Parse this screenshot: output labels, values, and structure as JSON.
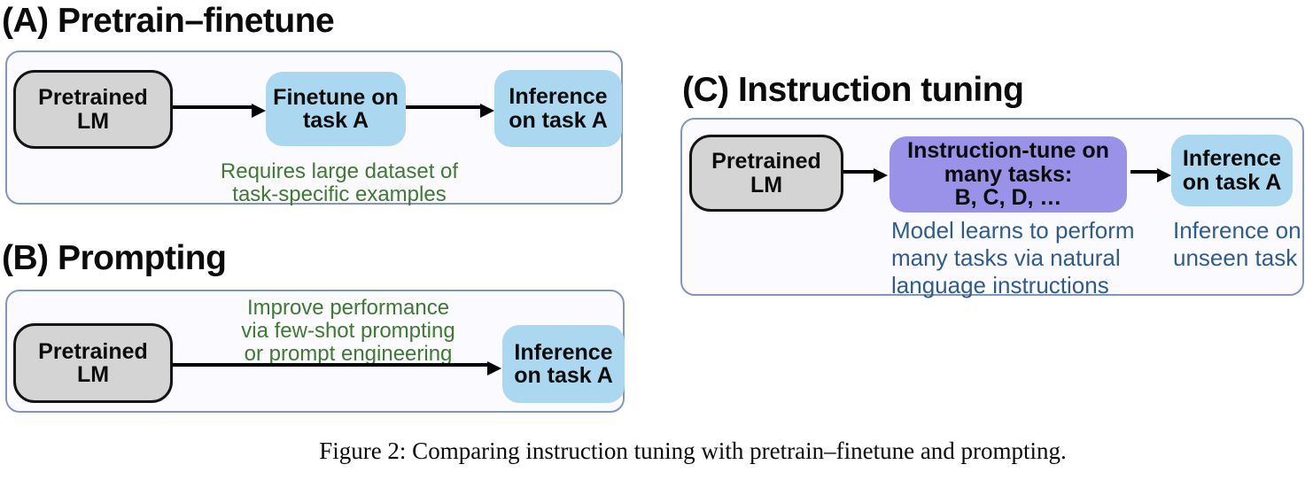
{
  "figure": {
    "caption": "Figure 2: Comparing instruction tuning with pretrain–finetune and prompting."
  },
  "colors": {
    "panel_border": "#8096c0",
    "panel_background": "#fbfafe",
    "gray_box": "#d4d4d4",
    "blue_box": "#abd7f0",
    "purple_box": "#9a91e8",
    "green_note_text": "#3e7a33",
    "blue_note_text": "#2f5c8f",
    "arrow": "#000000"
  },
  "panel_a": {
    "title": "(A) Pretrain–finetune",
    "pretrained_lm": "Pretrained\nLM",
    "finetune_box": "Finetune on\ntask A",
    "inference_box": "Inference\non task A",
    "note": "Requires large dataset of\ntask-specific examples"
  },
  "panel_b": {
    "title": "(B) Prompting",
    "pretrained_lm": "Pretrained\nLM",
    "note": "Improve performance\nvia few-shot prompting\nor prompt engineering",
    "inference_box": "Inference\non task A"
  },
  "panel_c": {
    "title": "(C) Instruction tuning",
    "pretrained_lm": "Pretrained\nLM",
    "instruction_box": "Instruction-tune on\nmany tasks:\nB, C, D, …",
    "inference_box": "Inference\non task A",
    "note_left": "Model learns to perform\nmany tasks via natural\nlanguage instructions",
    "note_right": "Inference on\nunseen task"
  }
}
